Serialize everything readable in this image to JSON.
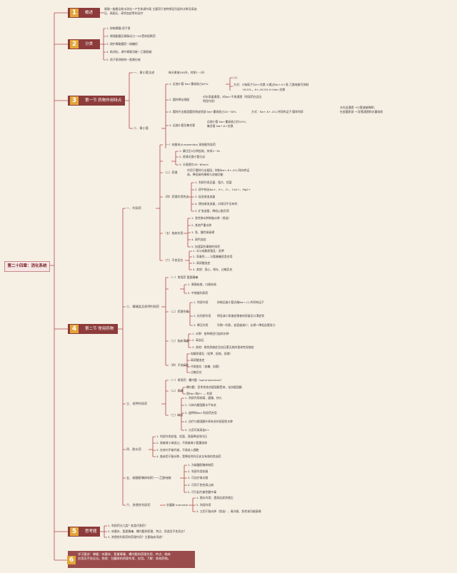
{
  "root": {
    "label": "第二十四章：消化系统"
  },
  "sections": [
    {
      "num": "1",
      "label": "概述"
    },
    {
      "num": "2",
      "label": "分类"
    },
    {
      "num": "3",
      "label": "第一节 药物作用特点"
    },
    {
      "num": "4",
      "label": "第二节 常用药物"
    },
    {
      "num": "5",
      "label": "思考题"
    },
    {
      "num": "6",
      "label": "学习要求"
    }
  ],
  "overview": {
    "text1": "胃肠一般概念和水消化一产生和调节类 主要用于各种原因引起的水肿及高血",
    "text2": "压、高胆压、高钙血症等的治疗"
  },
  "classes": [
    "1. 抑制胃酸-质子泵",
    "2. 增强黏膜及胃肠动力一H2受体阻断药",
    "3. 保护胃黏膜药一硫糖铝",
    "4. 助消化、调节胃肠功能一乙酰胆碱",
    "5. 质子泵抑制剂一奥美拉唑"
  ],
  "n1": {
    "a": "一、胃小管法述",
    "a_text": "每天胃液180升，终尿1~2升",
    "b": "二、胃小管",
    "r1": "1. 近曲小管 Na+重吸收占65%",
    "r1a": "(1)",
    "r1b": "方式：①钠离子与H+交换 ②通过Na+-K+泵 乙酰唑胺可抑制",
    "r1c": "HCO3-，H+-HCO3-H+Na+交换",
    "r2": "2. 髓袢降支细段",
    "r2t1": "对水高度通透，对Na+不易通透（利尿药在此无",
    "r2t2": "明显作用）",
    "r3": "3. 髓袢升支粗段髓质和皮质部 Na+重吸收占20~30%",
    "r3t": "方式：Na+-K+-2Cl-共同转运子 髓袢利尿",
    "r3x1": "水在此通透 →小管液被稀释；",
    "r3x2": "在皮髓质部 → 尿素通透和水重吸收",
    "r4": "4. 远曲小管及集合管",
    "r4t1": "远曲小管 Na+重吸收占约10%；",
    "r4t2": "集合管 Na+-K+交换"
  },
  "n2": {
    "d1": "一、利尿药",
    "c1": "（一）呋塞米(furosemide)  高效能利尿药",
    "c1s": "1. 静注后5分钟起效，持续2~3h",
    "c1s2": "2. 经肾近曲小管分泌",
    "c1s3": "3. 半衰期为30~60min",
    "c2": "（二）药理",
    "c2t1": "作用于髓袢升支粗段，抑制Na+-K+-2Cl-同向转运",
    "c2t2": "体，降低肾的稀释与浓缩功能",
    "c3": "（四）药理作用特点",
    "c3a": "1. 利尿作用迅速、强大、短暂",
    "c3b": "2. 尿中排出Na+、K+、Cl-、Ca2+、Mg2+",
    "c3c": "3. 促进肾血流量",
    "c3d": "4. 增加肾血流量，对肾功不全有利",
    "c3e": "5. 扩张血管，降低心脏负荷",
    "c4": "（五）临床应用",
    "c4a": "1. 急性肺水肿和脑水肿（首选）",
    "c4b": "2. 其他严重水肿",
    "c4c": "3. 急、慢性肾衰竭",
    "c4d": "4. 高钙血症",
    "c4e": "5. 加速某些毒物的排泄",
    "c5": "（六）不良反应",
    "c5a": "1. 水与电解质紊乱：低钾",
    "c5b": "2. 耳毒性——与氨基糖苷类合用",
    "c5c": "3. 高尿酸血症",
    "c5d": "4. 其他：恶心、呕吐、过敏反应",
    "d2": "二、噻嗪类及保钾利尿药",
    "e1": "（一）常用药  氢氯噻嗪",
    "e1a": "1. 胃肠吸收，口服有效",
    "e1b": "2. 中效能利尿药",
    "e2": "（二）药理作用",
    "e2a": "1. 利尿作用",
    "e2a1": "抑制远曲小管近端Na+-Cl-共同转运子",
    "e2b": "2. 抗利尿作用",
    "e2b1": "明显减少尿崩症患者的尿量及口渴症状",
    "e2c": "3. 降压作用",
    "e2c1": "早期一利尿，血容量减少；长期一降低血管张力",
    "e3": "（三）临床用途",
    "e3a": "1. 水肿：各种原因引起的水肿",
    "e3b": "2. 高血压",
    "e3c": "3. 其他：肾性尿崩症及加压素无效的垂体性尿崩症",
    "e4": "（四）不良反应",
    "e4a": "电解质紊乱（低钾、低钠、低镁）",
    "e4b": "高尿酸血症",
    "e4c": "代谢变化（血糖、血脂）",
    "e4d": "过敏反应",
    "d3": "三、保钾利尿药",
    "f1": "（一）常用药：螺内酯（spironolactone）",
    "f2": "（二）药理",
    "f2a": "螺内酯：竞争性结合醛固酮受体，拮抗醛固酮",
    "f2b": "保Na+排K+ — 利尿",
    "f3": "（三）特点",
    "f3a": "1. 利尿作用较弱、缓慢、持久",
    "f3b": "2. 与体内醛固酮水平有关",
    "f3c": "3. 留钾排Na+利尿药合用",
    "f3d": "4. 治疗与醛固酮升高有关的顽固性水肿",
    "f3e": "5. 久用可致高血K+",
    "d4": "四、脱水药",
    "g1": "1. 利尿作用较强、短暂、直接降低颅内压",
    "g2": "2. 易被肾小球滤过，不易被肾小管重吸收",
    "g3": "3. 在体内不被代谢，不易进入细胞",
    "g4": "4. 临床用于脑水肿，是降低颅内压安全有效的首选药",
    "d5": "五、碳酸酐酶抑制药——乙酰唑胺",
    "h1": "1. 为碳酸酐酶抑制药",
    "h2": "2. 利尿作用较弱",
    "h3": "3. 可治疗青光眼",
    "h4": "4. 可用于急性高山病",
    "h5": "5. 可引起代谢性酸中毒",
    "d6": "六、渗透性利尿药",
    "i0": "甘露醇 mannitol",
    "i1": "1. 脱水作用：提高血浆渗透压",
    "i2": "2. 利尿作用",
    "i3": "3. 主用于脑水肿（首选）、青光眼、急性肾功能衰竭"
  },
  "questions": [
    "1. 利尿药分几类？各类代表药？",
    "2. 呋塞米、氢氯噻嗪、螺内酯的药理、特点、用途及不良反应？",
    "3. 渗透性利尿药的药理作用？主要临床用途？"
  ],
  "requirements": {
    "line1": "学习要求：掌握：呋塞米、氢氯噻嗪、螺内酯的药理作用、特点、临床",
    "line2": "应用及不良反应。熟悉：甘露醇的药理作用、应用。了解：其他药物。"
  },
  "colors": {
    "branch": "#b04a4a",
    "accent": "#e2a63a",
    "bg": "#f6efe4",
    "section": "#8d3b3b"
  }
}
